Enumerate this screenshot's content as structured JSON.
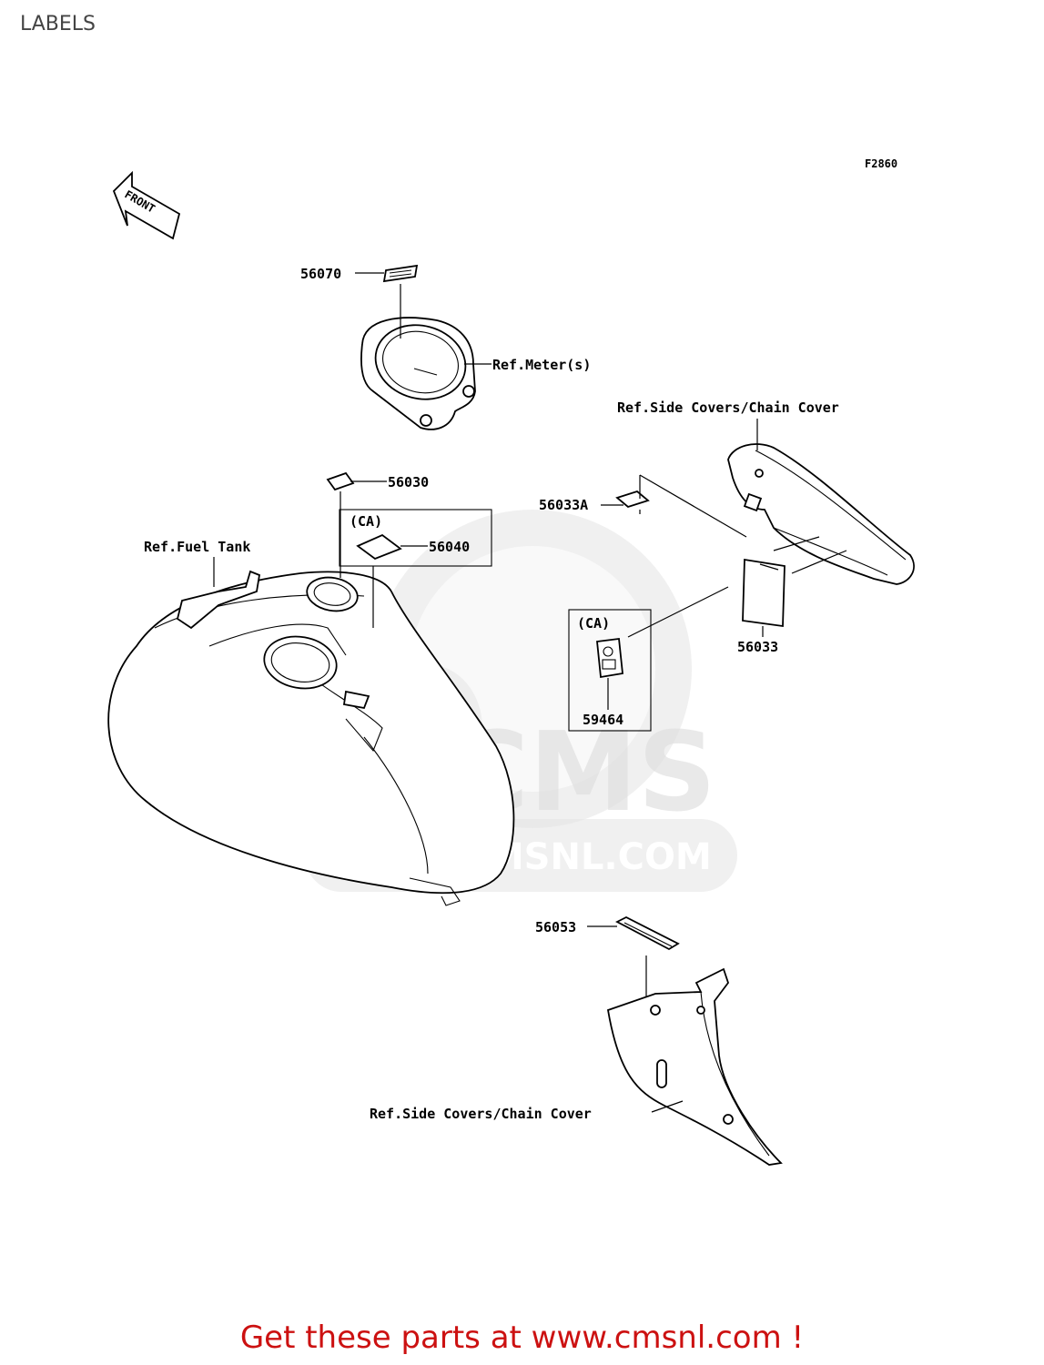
{
  "page": {
    "title": "LABELS"
  },
  "diagram": {
    "figure_code": "F2860",
    "front_label": "FRONT",
    "labels": {
      "p56070": "56070",
      "ref_meter": "Ref.Meter(s)",
      "ref_side_covers_top": "Ref.Side Covers/Chain Cover",
      "p56030": "56030",
      "p56033A": "56033A",
      "ca_1": "(CA)",
      "p56040": "56040",
      "ref_fuel_tank": "Ref.Fuel Tank",
      "ca_2": "(CA)",
      "p56033": "56033",
      "p59464": "59464",
      "p56053": "56053",
      "ref_side_covers_bottom": "Ref.Side Covers/Chain Cover"
    },
    "watermark": {
      "brand": "CMS",
      "url": "WWW.CMSNL.COM"
    }
  },
  "footer": {
    "text": "Get these parts at www.cmsnl.com !",
    "color": "#cc1111"
  }
}
